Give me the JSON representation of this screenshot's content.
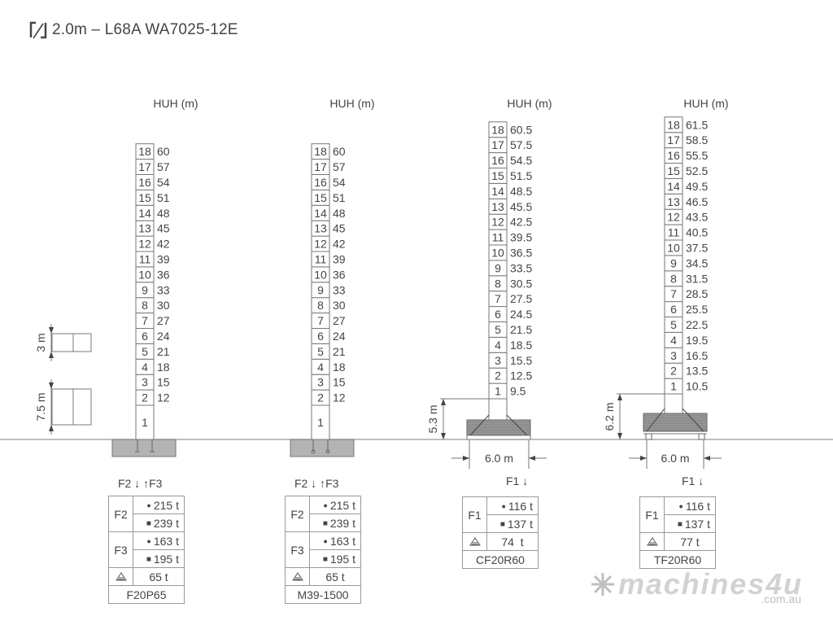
{
  "title": {
    "text": "2.0m – L68A  WA7025-12E",
    "icon": "boom-angle-icon"
  },
  "legend": {
    "section_short": "3 m",
    "section_long": "7.5 m"
  },
  "ground_color": "#999999",
  "foundation_color": "#b3b3b3",
  "towers": [
    {
      "huh_label": "HUH (m)",
      "numbers": [
        "1",
        "2",
        "3",
        "4",
        "5",
        "6",
        "7",
        "8",
        "9",
        "10",
        "11",
        "12",
        "13",
        "14",
        "15",
        "16",
        "17",
        "18"
      ],
      "heights": [
        "",
        "12",
        "15",
        "18",
        "21",
        "24",
        "27",
        "30",
        "33",
        "36",
        "39",
        "42",
        "45",
        "48",
        "51",
        "54",
        "57",
        "60"
      ],
      "base_type": "anchor-foundation",
      "forces": [
        "F2",
        "F3"
      ],
      "table": {
        "groups": [
          {
            "label": "F2",
            "values": [
              "215 t",
              "239 t"
            ]
          },
          {
            "label": "F3",
            "values": [
              "163 t",
              "195 t"
            ]
          }
        ],
        "weight": "65 t",
        "name": "F20P65"
      }
    },
    {
      "huh_label": "HUH (m)",
      "numbers": [
        "1",
        "2",
        "3",
        "4",
        "5",
        "6",
        "7",
        "8",
        "9",
        "10",
        "11",
        "12",
        "13",
        "14",
        "15",
        "16",
        "17",
        "18"
      ],
      "heights": [
        "",
        "12",
        "15",
        "18",
        "21",
        "24",
        "27",
        "30",
        "33",
        "36",
        "39",
        "42",
        "45",
        "48",
        "51",
        "54",
        "57",
        "60"
      ],
      "base_type": "anchor-foundation",
      "forces": [
        "F2",
        "F3"
      ],
      "table": {
        "groups": [
          {
            "label": "F2",
            "values": [
              "215 t",
              "239 t"
            ]
          },
          {
            "label": "F3",
            "values": [
              "163 t",
              "195 t"
            ]
          }
        ],
        "weight": "65 t",
        "name": "M39-1500"
      }
    },
    {
      "huh_label": "HUH (m)",
      "numbers": [
        "1",
        "2",
        "3",
        "4",
        "5",
        "6",
        "7",
        "8",
        "9",
        "10",
        "11",
        "12",
        "13",
        "14",
        "15",
        "16",
        "17",
        "18"
      ],
      "heights": [
        "9.5",
        "12.5",
        "15.5",
        "18.5",
        "21.5",
        "24.5",
        "27.5",
        "30.5",
        "33.5",
        "36.5",
        "39.5",
        "42.5",
        "45.5",
        "48.5",
        "51.5",
        "54.5",
        "57.5",
        "60.5"
      ],
      "base_type": "cross-base",
      "base_height": "5.3 m",
      "base_width": "6.0 m",
      "forces": [
        "F1"
      ],
      "table": {
        "groups": [
          {
            "label": "F1",
            "values": [
              "116 t",
              "137 t"
            ]
          }
        ],
        "weight": "74  t",
        "name": "CF20R60"
      }
    },
    {
      "huh_label": "HUH (m)",
      "numbers": [
        "1",
        "2",
        "3",
        "4",
        "5",
        "6",
        "7",
        "8",
        "9",
        "10",
        "11",
        "12",
        "13",
        "14",
        "15",
        "16",
        "17",
        "18"
      ],
      "heights": [
        "10.5",
        "13.5",
        "16.5",
        "19.5",
        "22.5",
        "25.5",
        "28.5",
        "31.5",
        "34.5",
        "37.5",
        "40.5",
        "43.5",
        "46.5",
        "49.5",
        "52.5",
        "55.5",
        "58.5",
        "61.5"
      ],
      "base_type": "travelling-base",
      "base_height": "6.2 m",
      "base_width": "6.0 m",
      "forces": [
        "F1"
      ],
      "table": {
        "groups": [
          {
            "label": "F1",
            "values": [
              "116 t",
              "137 t"
            ]
          }
        ],
        "weight": "77 t",
        "name": "TF20R60"
      }
    }
  ],
  "markers": {
    "circle": "●",
    "square": "■"
  },
  "watermark": {
    "brand": "machines4u",
    "domain": ".com.au"
  }
}
